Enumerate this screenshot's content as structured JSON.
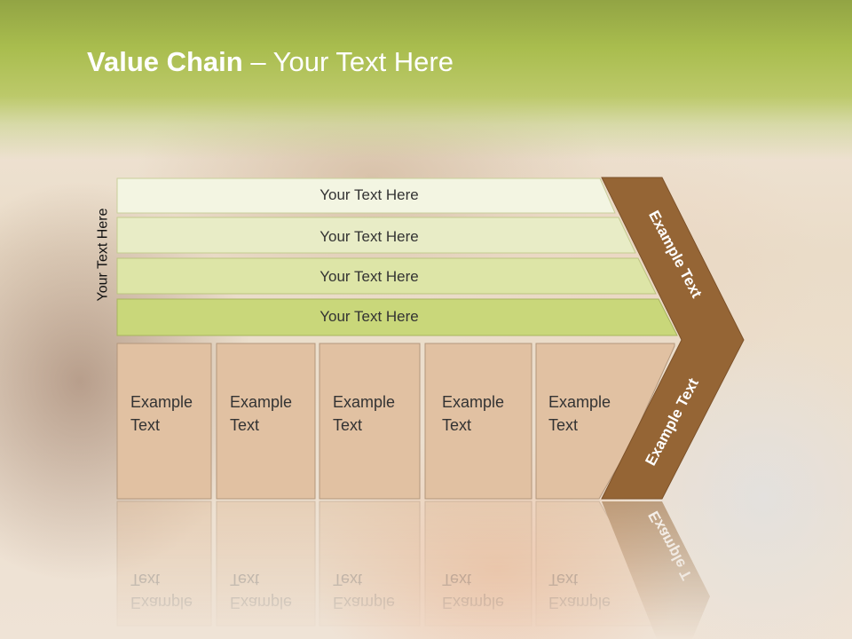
{
  "title": {
    "bold": "Value Chain",
    "rest": " – Your Text Here"
  },
  "side_label": "Your Text Here",
  "bars": [
    {
      "label": "Your Text Here"
    },
    {
      "label": "Your Text Here"
    },
    {
      "label": "Your Text Here"
    },
    {
      "label": "Your Text Here"
    }
  ],
  "boxes": [
    {
      "line1": "Example",
      "line2": "Text"
    },
    {
      "line1": "Example",
      "line2": "Text"
    },
    {
      "line1": "Example",
      "line2": "Text"
    },
    {
      "line1": "Example",
      "line2": "Text"
    },
    {
      "line1": "Example",
      "line2": "Text"
    }
  ],
  "chevron": {
    "upper": "Example Text",
    "lower": "Example Text",
    "reflection": "Example T"
  },
  "colors": {
    "header": "#a9bd4e",
    "bar_fills": [
      "#f3f5e2",
      "#e8ecc6",
      "#dde5a7",
      "#c9d77a"
    ],
    "box_fill": "#e1c1a2",
    "chevron_fill": "#956535"
  }
}
